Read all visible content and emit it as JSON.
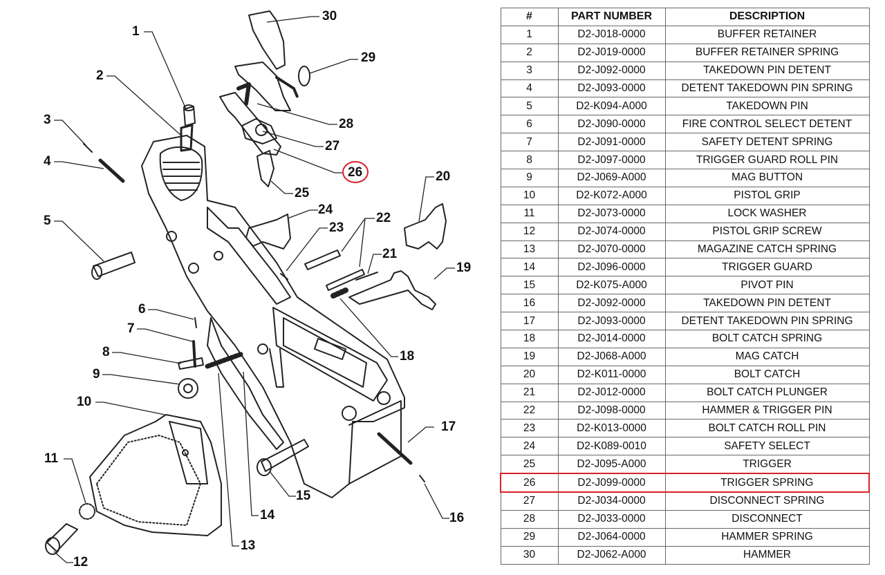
{
  "accent_color": "#d9202a",
  "highlighted_item": "26",
  "diagram": {
    "callouts": [
      "1",
      "2",
      "3",
      "4",
      "5",
      "6",
      "7",
      "8",
      "9",
      "10",
      "11",
      "12",
      "13",
      "14",
      "15",
      "16",
      "17",
      "18",
      "19",
      "20",
      "21",
      "22",
      "23",
      "24",
      "25",
      "26",
      "27",
      "28",
      "29",
      "30"
    ]
  },
  "table": {
    "headers": {
      "num": "#",
      "part_number": "PART NUMBER",
      "description": "DESCRIPTION"
    },
    "rows": [
      {
        "num": "1",
        "part_number": "D2-J018-0000",
        "description": "BUFFER RETAINER"
      },
      {
        "num": "2",
        "part_number": "D2-J019-0000",
        "description": "BUFFER RETAINER SPRING"
      },
      {
        "num": "3",
        "part_number": "D2-J092-0000",
        "description": "TAKEDOWN PIN DETENT"
      },
      {
        "num": "4",
        "part_number": "D2-J093-0000",
        "description": "DETENT TAKEDOWN PIN SPRING"
      },
      {
        "num": "5",
        "part_number": "D2-K094-A000",
        "description": "TAKEDOWN PIN"
      },
      {
        "num": "6",
        "part_number": "D2-J090-0000",
        "description": "FIRE CONTROL SELECT DETENT"
      },
      {
        "num": "7",
        "part_number": "D2-J091-0000",
        "description": "SAFETY DETENT SPRING"
      },
      {
        "num": "8",
        "part_number": "D2-J097-0000",
        "description": "TRIGGER GUARD ROLL PIN"
      },
      {
        "num": "9",
        "part_number": "D2-J069-A000",
        "description": "MAG BUTTON"
      },
      {
        "num": "10",
        "part_number": "D2-K072-A000",
        "description": "PISTOL GRIP"
      },
      {
        "num": "11",
        "part_number": "D2-J073-0000",
        "description": "LOCK WASHER"
      },
      {
        "num": "12",
        "part_number": "D2-J074-0000",
        "description": "PISTOL GRIP SCREW"
      },
      {
        "num": "13",
        "part_number": "D2-J070-0000",
        "description": "MAGAZINE CATCH SPRING"
      },
      {
        "num": "14",
        "part_number": "D2-J096-0000",
        "description": "TRIGGER GUARD"
      },
      {
        "num": "15",
        "part_number": "D2-K075-A000",
        "description": "PIVOT PIN"
      },
      {
        "num": "16",
        "part_number": "D2-J092-0000",
        "description": "TAKEDOWN PIN DETENT"
      },
      {
        "num": "17",
        "part_number": "D2-J093-0000",
        "description": "DETENT TAKEDOWN PIN SPRING"
      },
      {
        "num": "18",
        "part_number": "D2-J014-0000",
        "description": "BOLT CATCH SPRING"
      },
      {
        "num": "19",
        "part_number": "D2-J068-A000",
        "description": "MAG CATCH"
      },
      {
        "num": "20",
        "part_number": "D2-K011-0000",
        "description": "BOLT CATCH"
      },
      {
        "num": "21",
        "part_number": "D2-J012-0000",
        "description": "BOLT CATCH PLUNGER"
      },
      {
        "num": "22",
        "part_number": "D2-J098-0000",
        "description": "HAMMER & TRIGGER PIN"
      },
      {
        "num": "23",
        "part_number": "D2-K013-0000",
        "description": "BOLT CATCH ROLL PIN"
      },
      {
        "num": "24",
        "part_number": "D2-K089-0010",
        "description": "SAFETY SELECT"
      },
      {
        "num": "25",
        "part_number": "D2-J095-A000",
        "description": "TRIGGER"
      },
      {
        "num": "26",
        "part_number": "D2-J099-0000",
        "description": "TRIGGER SPRING"
      },
      {
        "num": "27",
        "part_number": "D2-J034-0000",
        "description": "DISCONNECT SPRING"
      },
      {
        "num": "28",
        "part_number": "D2-J033-0000",
        "description": "DISCONNECT"
      },
      {
        "num": "29",
        "part_number": "D2-J064-0000",
        "description": "HAMMER SPRING"
      },
      {
        "num": "30",
        "part_number": "D2-J062-A000",
        "description": "HAMMER"
      }
    ]
  }
}
